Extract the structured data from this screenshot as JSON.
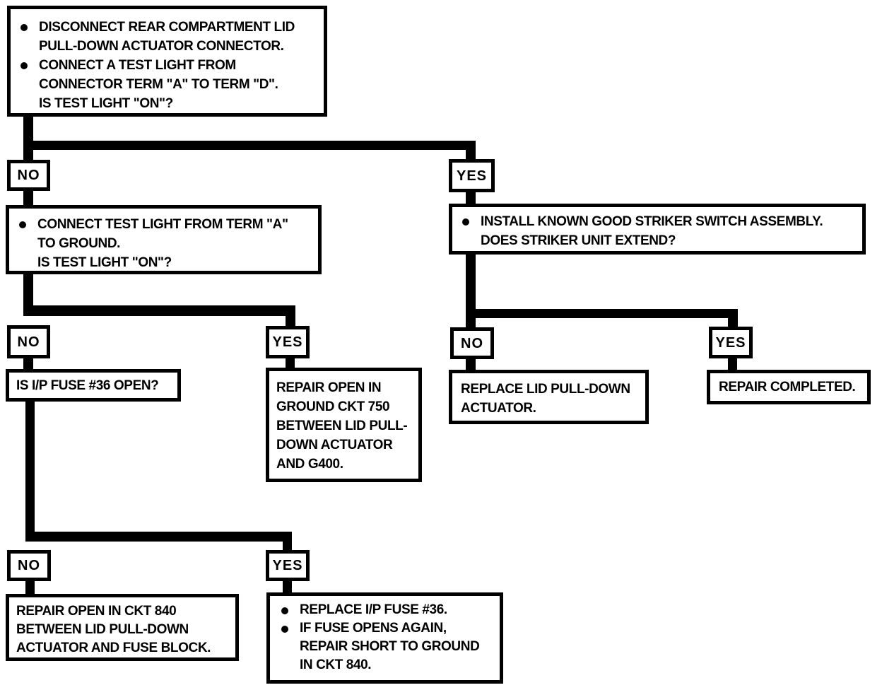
{
  "colors": {
    "ink": "#000000",
    "background": "#ffffff"
  },
  "labels": {
    "no": "NO",
    "yes": "YES"
  },
  "nodes": {
    "start": {
      "bullets": [
        {
          "lines": [
            "DISCONNECT REAR COMPARTMENT LID",
            "PULL-DOWN ACTUATOR CONNECTOR."
          ]
        },
        {
          "lines": [
            "CONNECT A TEST LIGHT FROM",
            "CONNECTOR TERM \"A\" TO TERM \"D\".",
            "IS TEST LIGHT \"ON\"?"
          ]
        }
      ]
    },
    "test_ground": {
      "bullets": [
        {
          "lines": [
            "CONNECT TEST LIGHT FROM TERM \"A\"",
            "TO GROUND.",
            "IS TEST LIGHT \"ON\"?"
          ]
        }
      ]
    },
    "striker": {
      "bullets": [
        {
          "lines": [
            "INSTALL KNOWN GOOD STRIKER SWITCH ASSEMBLY.",
            "DOES STRIKER UNIT EXTEND?"
          ]
        }
      ]
    },
    "fuse_question": {
      "lines": [
        "IS I/P FUSE #36 OPEN?"
      ]
    },
    "repair_ckt750": {
      "lines": [
        "REPAIR OPEN IN",
        "GROUND CKT 750",
        "BETWEEN LID PULL-",
        "DOWN ACTUATOR",
        "AND G400."
      ]
    },
    "replace_actuator": {
      "lines": [
        "REPLACE LID PULL-DOWN",
        "ACTUATOR."
      ]
    },
    "repair_completed": {
      "lines": [
        "REPAIR COMPLETED."
      ]
    },
    "repair_ckt840": {
      "lines": [
        "REPAIR OPEN IN CKT 840",
        "BETWEEN LID PULL-DOWN",
        "ACTUATOR AND FUSE BLOCK."
      ]
    },
    "replace_fuse": {
      "bullets": [
        {
          "lines": [
            "REPLACE I/P FUSE #36."
          ]
        },
        {
          "lines": [
            "IF FUSE OPENS AGAIN,",
            "REPAIR SHORT TO GROUND",
            "IN CKT 840."
          ]
        }
      ]
    }
  }
}
